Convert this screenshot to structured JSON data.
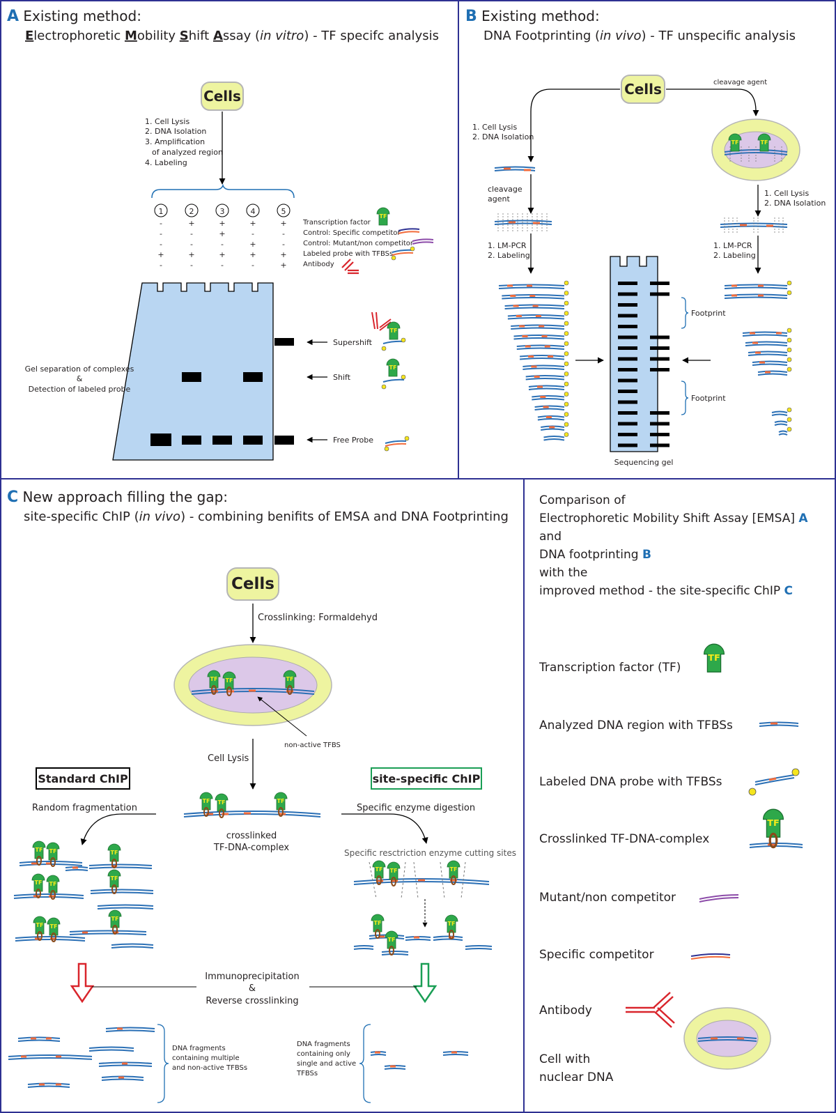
{
  "colors": {
    "frame": "#2e3192",
    "accent_blue": "#1f6fb3",
    "cell_outer": "#eef4a0",
    "cell_inner": "#dcc8e8",
    "gel": "#b9d6f2",
    "tf": "#2ea84a",
    "tf_text": "#f2ea1c",
    "dna_blue": "#2a6fb5",
    "tfbs": "#f26b3a",
    "antibody": "#d9252c",
    "mutant": "#8b4aa8",
    "specific": "#2e3192",
    "label_dot": "#f5e51e",
    "arrow_red": "#d9252c",
    "arrow_green": "#1a9e55"
  },
  "panel_a": {
    "letter": "A",
    "title": "Existing method:",
    "subtitle_prefix": "lectrophoretic ",
    "sub_E": "E",
    "sub_M": "M",
    "sub_S": "S",
    "sub_A": "A",
    "sub_w2": "obility ",
    "sub_w3": "hift ",
    "sub_w4": "ssay (",
    "sub_invitro": "in vitro",
    "sub_tail": ") - TF specifc analysis",
    "cells": "Cells",
    "steps": [
      "1. Cell Lysis",
      "2. DNA Isolation",
      "3. Amplification",
      "of analyzed region",
      "4. Labeling"
    ],
    "lanes": [
      "1",
      "2",
      "3",
      "4",
      "5"
    ],
    "rows": [
      {
        "label": "Transcription factor",
        "signs": [
          "-",
          "+",
          "+",
          "+",
          "+"
        ]
      },
      {
        "label": "Control: Specific competitor",
        "signs": [
          "-",
          "-",
          "+",
          "-",
          "-"
        ]
      },
      {
        "label": "Control: Mutant/non competitor",
        "signs": [
          "-",
          "-",
          "-",
          "+",
          "-"
        ]
      },
      {
        "label": "Labeled probe with TFBSs",
        "signs": [
          "+",
          "+",
          "+",
          "+",
          "+"
        ]
      },
      {
        "label": "Antibody",
        "signs": [
          "-",
          "-",
          "-",
          "-",
          "+"
        ]
      }
    ],
    "gel_label_1": "Gel separation of complexes",
    "gel_label_2": "&",
    "gel_label_3": "Detection of labeled probe",
    "supershift": "Supershift",
    "shift": "Shift",
    "free_probe": "Free Probe"
  },
  "panel_b": {
    "letter": "B",
    "title": "Existing method:",
    "sub_a": "DNA Footprinting (",
    "sub_invivo": "in vivo",
    "sub_b": ") - TF unspecific analysis",
    "cells": "Cells",
    "cleavage_agent": "cleavage agent",
    "left_steps": [
      "1. Cell Lysis",
      "2. DNA Isolation"
    ],
    "cleavage_1": "cleavage",
    "cleavage_2": "agent",
    "lmpcr_left": [
      "1. LM-PCR",
      "2. Labeling"
    ],
    "right_steps": [
      "1. Cell Lysis",
      "2. DNA Isolation"
    ],
    "lmpcr_right": [
      "1. LM-PCR",
      "2. Labeling"
    ],
    "footprint": "Footprint",
    "seq_gel": "Sequencing gel"
  },
  "panel_c": {
    "letter": "C",
    "title": "New approach filling the gap:",
    "sub_a": "site-specific ChIP (",
    "sub_invivo": "in vivo",
    "sub_b": ") - combining benifits of EMSA and DNA Footprinting",
    "cells": "Cells",
    "crosslinking": "Crosslinking: Formaldehyd",
    "non_active": "non-active TFBS",
    "cell_lysis": "Cell Lysis",
    "standard_chip": "Standard ChIP",
    "site_specific_chip": "site-specific ChIP",
    "random_frag": "Random fragmentation",
    "specific_digest": "Specific enzyme digestion",
    "crosslinked_1": "crosslinked",
    "crosslinked_2": "TF-DNA-complex",
    "cut_sites": "Specific resctriction enzyme cutting sites",
    "ip_1": "Immunoprecipitation",
    "ip_2": "&",
    "ip_3": "Reverse crosslinking",
    "frag_left": [
      "DNA fragments",
      "containing multiple",
      "and non-active TFBSs"
    ],
    "frag_right": [
      "DNA fragments",
      "containing only",
      "single and active",
      "TFBSs"
    ],
    "tf_glyph": "TF"
  },
  "legend": {
    "intro": [
      "Comparison of",
      "Electrophoretic Mobility Shift Assay [EMSA]",
      "and",
      "DNA footprinting",
      "with the",
      "improved method - the site-specific ChIP"
    ],
    "ref_a": "A",
    "ref_b": "B",
    "ref_c": "C",
    "items": [
      "Transcription factor (TF)",
      "Analyzed DNA region with TFBSs",
      "Labeled DNA probe with TFBSs",
      "Crosslinked TF-DNA-complex",
      "Mutant/non competitor",
      "Specific competitor",
      "Antibody"
    ],
    "cell_1": "Cell with",
    "cell_2": "nuclear DNA"
  }
}
